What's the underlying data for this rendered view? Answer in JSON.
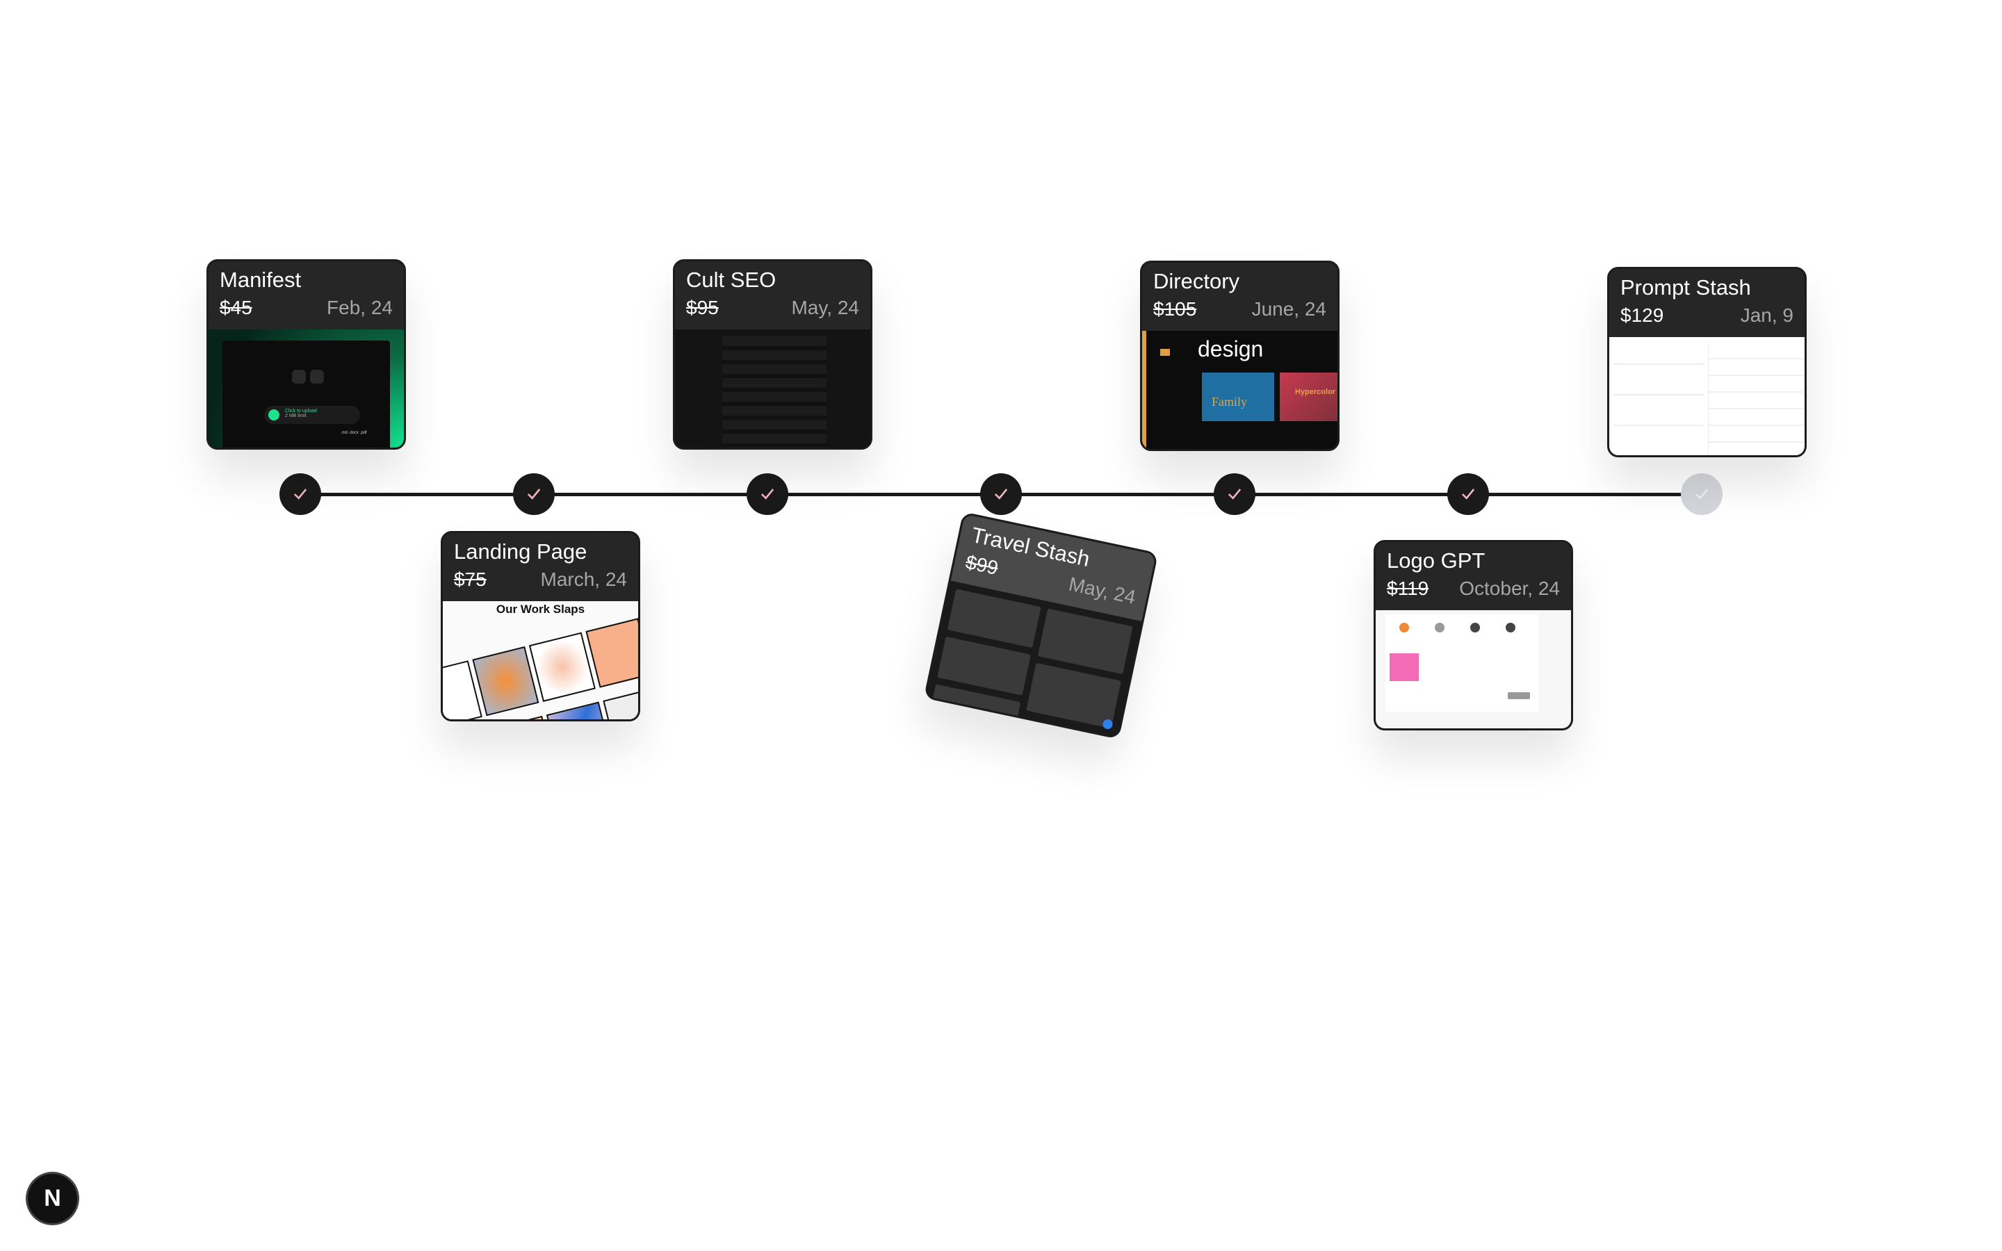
{
  "timeline": {
    "items": [
      {
        "title": "Manifest",
        "price": "$45",
        "price_struck": true,
        "date": "Feb, 24",
        "done": true
      },
      {
        "title": "Landing Page",
        "price": "$75",
        "price_struck": true,
        "date": "March, 24",
        "done": true,
        "preview_heading": "Our Work Slaps"
      },
      {
        "title": "Cult SEO",
        "price": "$95",
        "price_struck": true,
        "date": "May, 24",
        "done": true
      },
      {
        "title": "Travel Stash",
        "price": "$99",
        "price_struck": true,
        "date": "May, 24",
        "done": true
      },
      {
        "title": "Directory",
        "price": "$105",
        "price_struck": true,
        "date": "June, 24",
        "done": true,
        "preview_heading": "design",
        "preview_cards": [
          "Family",
          "Hypercolor"
        ]
      },
      {
        "title": "Logo GPT",
        "price": "$119",
        "price_struck": true,
        "date": "October, 24",
        "done": true
      },
      {
        "title": "Prompt Stash",
        "price": "$129",
        "price_struck": false,
        "date": "Jan, 9",
        "done": false
      }
    ],
    "manifest_upload": {
      "label": "Click to upload",
      "limit": "2 MB limit",
      "formats": ".md .docx .pdf"
    }
  },
  "colors": {
    "done_dot": "#1a1a1a",
    "check": "#f4b6c2",
    "pending_dot": "#d4d6db",
    "manifest_accent": "#0f9d63"
  },
  "dev_badge": {
    "label": "N"
  }
}
